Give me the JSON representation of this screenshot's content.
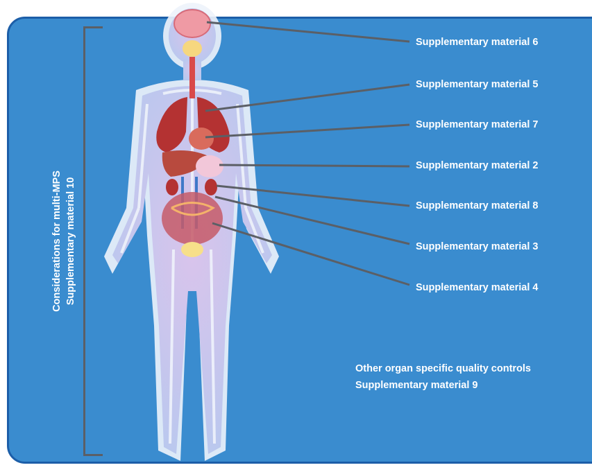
{
  "side_label": {
    "line1": "Considerations for multi-MPS",
    "line2": "Supplementary material 10"
  },
  "organ_labels": [
    "Supplementary material 6",
    "Supplementary material 5",
    "Supplementary material 7",
    "Supplementary material 2",
    "Supplementary material 8",
    "Supplementary material 3",
    "Supplementary material 4"
  ],
  "other_note": {
    "line1": "Other organ specific quality controls",
    "line2": "Supplementary material 9"
  },
  "colors": {
    "panel": "#3a8ccf",
    "panel_border": "#1c5ea8",
    "connector": "#5b5f66",
    "body": "#a9c3ec",
    "organ_red": "#c0392b"
  }
}
